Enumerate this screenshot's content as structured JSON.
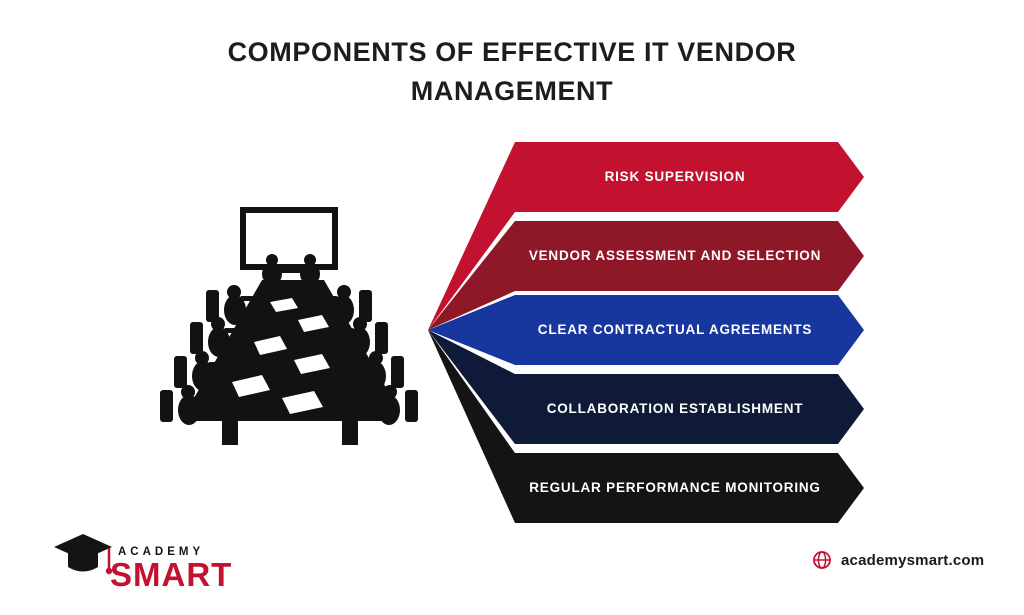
{
  "title": {
    "line1": "COMPONENTS OF EFFECTIVE IT VENDOR",
    "line2": "MANAGEMENT"
  },
  "banners": [
    {
      "label": "RISK SUPERVISION",
      "color": "#C3122F"
    },
    {
      "label": "VENDOR ASSESSMENT AND SELECTION",
      "color": "#8E1728"
    },
    {
      "label": "CLEAR CONTRACTUAL AGREEMENTS",
      "color": "#17379E"
    },
    {
      "label": "COLLABORATION ESTABLISHMENT",
      "color": "#0E1A38"
    },
    {
      "label": "REGULAR PERFORMANCE MONITORING",
      "color": "#141414"
    }
  ],
  "logo": {
    "line1": "ACADEMY",
    "line2": "SMART"
  },
  "footer": {
    "website": "academysmart.com"
  },
  "icons": {
    "graduation_cap": "graduation-cap-icon",
    "globe": "globe-icon",
    "meeting": "conference-meeting-silhouette"
  },
  "colors": {
    "background": "#FFFFFF",
    "title_text": "#1D1D1D",
    "banner_text": "#FFFFFF",
    "accent_red": "#C3122F"
  }
}
